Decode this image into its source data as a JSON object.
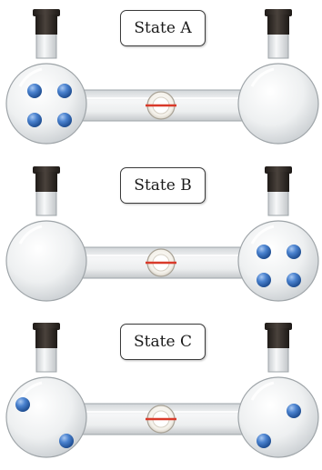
{
  "panels": [
    {
      "label": "State A",
      "particles": "4 left, 0 right"
    },
    {
      "label": "State B",
      "particles": "0 left, 4 right"
    },
    {
      "label": "State C",
      "particles": "2 left, 2 right"
    }
  ],
  "colors": {
    "particle": "#3f78c4",
    "stopper": "#2f2a26",
    "valve_line": "#d93a2a",
    "glass": "#d9dde0"
  }
}
